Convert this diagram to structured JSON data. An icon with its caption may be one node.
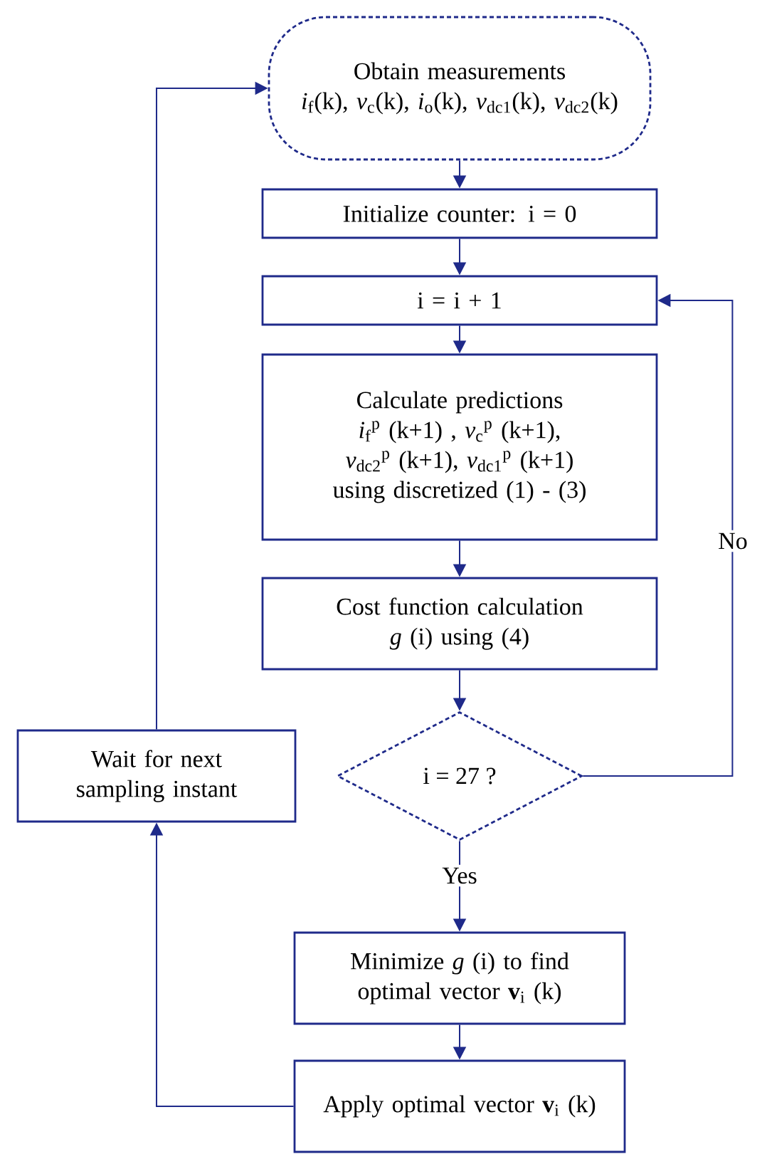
{
  "diagram": {
    "nodes": [
      {
        "text": [
          "Obtain measurements",
          "*i*$_{f}$(k), *v*$_{c}$(k), *i*$_{o}$(k), *v*$_{dc1}$(k), *v*$_{dc2}$(k)"
        ]
      },
      {
        "text": [
          "Initialize counter: i = 0"
        ]
      },
      {
        "text": [
          "i = i + 1"
        ]
      },
      {
        "text": [
          "Calculate predictions",
          "*i*$_{f}$$^{p}$ (k+1) , *v*$_{c}$$^{p}$ (k+1), *v*$_{dc2}$$^{p}$ (k+1), *v*$_{dc1}$$^{p}$ (k+1)",
          "using discretized (1) - (3)"
        ]
      },
      {
        "text": [
          "Cost function calculation",
          "*g* (i) using (4)"
        ]
      },
      {
        "text": [
          "i = 27 ?"
        ]
      },
      {
        "text": [
          "Minimize *g* (i) to find optimal vector **v**$_{i}$ (k)"
        ]
      },
      {
        "text": [
          "Apply optimal vector **v**$_{i}$ (k)"
        ]
      },
      {
        "text": [
          "Wait for next sampling instant"
        ]
      }
    ],
    "edges": [
      {
        "from": 0,
        "to": 1,
        "arrow": "to"
      },
      {
        "from": 1,
        "to": 2,
        "arrow": "to"
      },
      {
        "from": 2,
        "to": 3,
        "arrow": "to"
      },
      {
        "from": 3,
        "to": 4,
        "arrow": "to"
      },
      {
        "from": 4,
        "to": 5,
        "arrow": "to"
      },
      {
        "from": 5,
        "to": 2,
        "arrow": "to",
        "label": "No"
      },
      {
        "from": 5,
        "to": 6,
        "arrow": "to",
        "label": "Yes"
      },
      {
        "from": 6,
        "to": 7,
        "arrow": "to"
      },
      {
        "from": 7,
        "to": 8,
        "arrow": "to"
      },
      {
        "from": 8,
        "to": 0,
        "arrow": "to"
      }
    ]
  }
}
